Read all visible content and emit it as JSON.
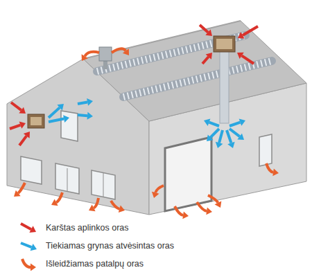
{
  "diagram": {
    "legend": [
      {
        "text": "Karštas aplinkos oras"
      },
      {
        "text": "Tiekiamas grynas atvėsintas oras"
      },
      {
        "text": "Išleidžiamas patalpų oras"
      }
    ]
  }
}
